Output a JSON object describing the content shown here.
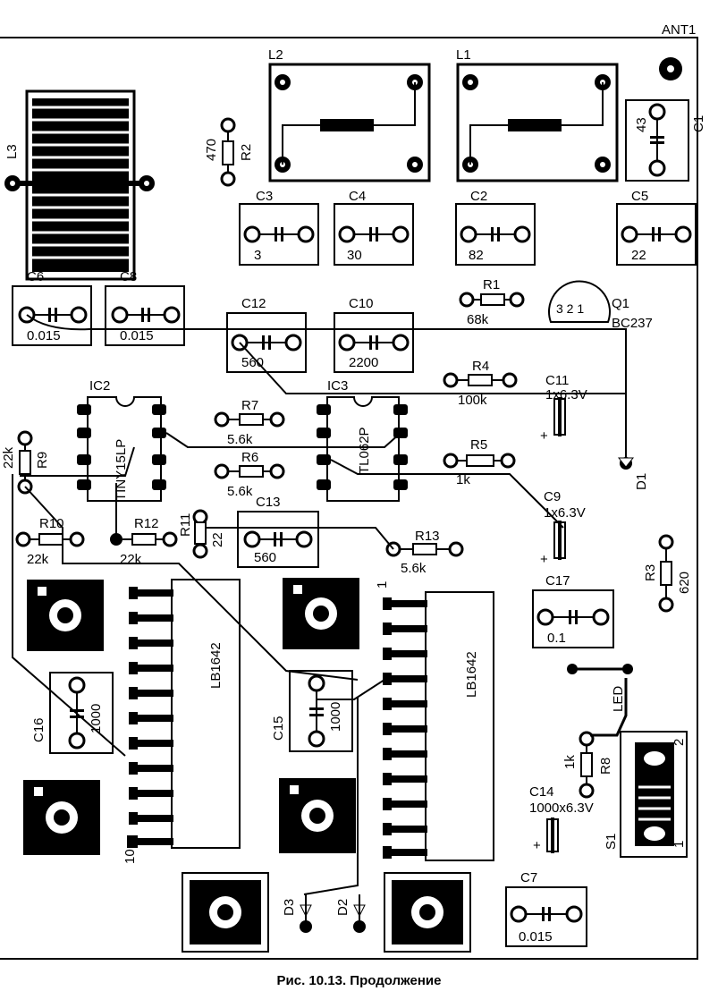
{
  "caption": "Рис. 10.13. Продолжение",
  "labels": {
    "ant1": "ANT1",
    "l1": "L1",
    "l2": "L2",
    "l3": "L3",
    "c1": "C1",
    "c1_val": "43",
    "r2": "R2",
    "r2_val": "470",
    "c3": "C3",
    "c3_val": "3",
    "c4": "C4",
    "c4_val": "30",
    "c2": "C2",
    "c2_val": "82",
    "c5": "C5",
    "c5_val": "22",
    "c6": "C6",
    "c6_val": "0.015",
    "c8": "C8",
    "c8_val": "0.015",
    "c12": "C12",
    "c12_val": "560",
    "c10": "C10",
    "c10_val": "2200",
    "r1": "R1",
    "r1_val": "68k",
    "q1": "Q1",
    "q1_val": "BC237",
    "q1_pins": "3 2 1",
    "r4": "R4",
    "r4_val": "100k",
    "c11": "C11",
    "c11_val": "1x6.3V",
    "ic2": "IC2",
    "ic2_part": "TINY15LP",
    "ic3": "IC3",
    "ic3_part": "TL062P",
    "r7": "R7",
    "r7_val": "5.6k",
    "r6": "R6",
    "r6_val": "5.6k",
    "r5": "R5",
    "r5_val": "1k",
    "d1": "D1",
    "c9": "C9",
    "c9_val": "1x6.3V",
    "r9": "R9",
    "r9_val": "22k",
    "r10": "R10",
    "r10_val": "22k",
    "r12": "R12",
    "r12_val": "22k",
    "r11": "R11",
    "r11_val": "22",
    "c13": "C13",
    "c13_val": "560",
    "r13": "R13",
    "r13_val": "5.6k",
    "r3": "R3",
    "r3_val": "620",
    "c17": "C17",
    "c17_val": "0.1",
    "lb_left": "LB1642",
    "lb_right": "LB1642",
    "pin1": "1",
    "pin10": "10",
    "c16": "C16",
    "c16_val": "1000",
    "c15": "C15",
    "c15_val": "1000",
    "led": "LED",
    "r8": "R8",
    "r8_val": "1k",
    "c14": "C14",
    "c14_val": "1000x6.3V",
    "s1": "S1",
    "s1_pin1": "1",
    "s1_pin2": "2",
    "d3": "D3",
    "d2": "D2",
    "c7": "C7",
    "c7_val": "0.015",
    "plus": "+"
  }
}
